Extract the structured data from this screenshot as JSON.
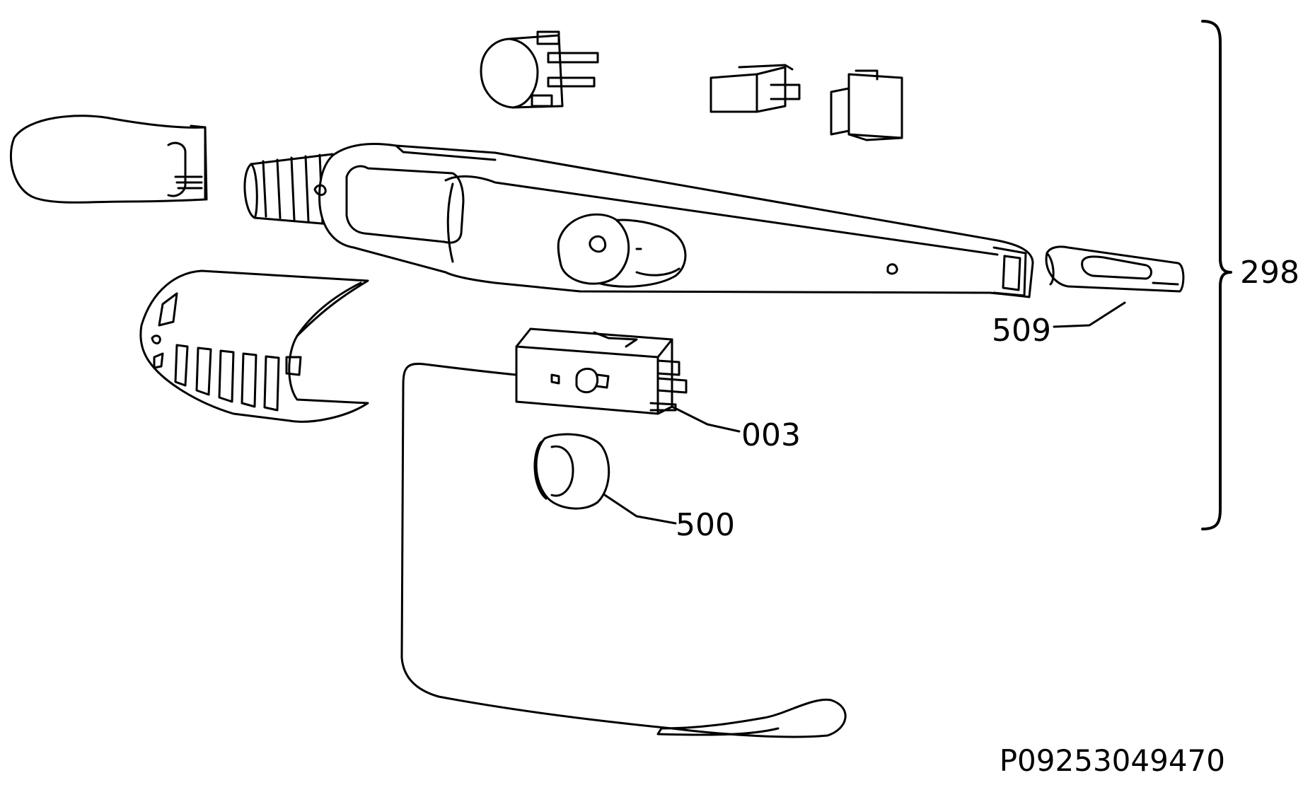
{
  "diagram": {
    "callouts": [
      {
        "id": "298",
        "label": "298"
      },
      {
        "id": "509",
        "label": "509"
      },
      {
        "id": "003",
        "label": "003"
      },
      {
        "id": "500",
        "label": "500"
      }
    ],
    "drawing_code": "P09253049470"
  }
}
